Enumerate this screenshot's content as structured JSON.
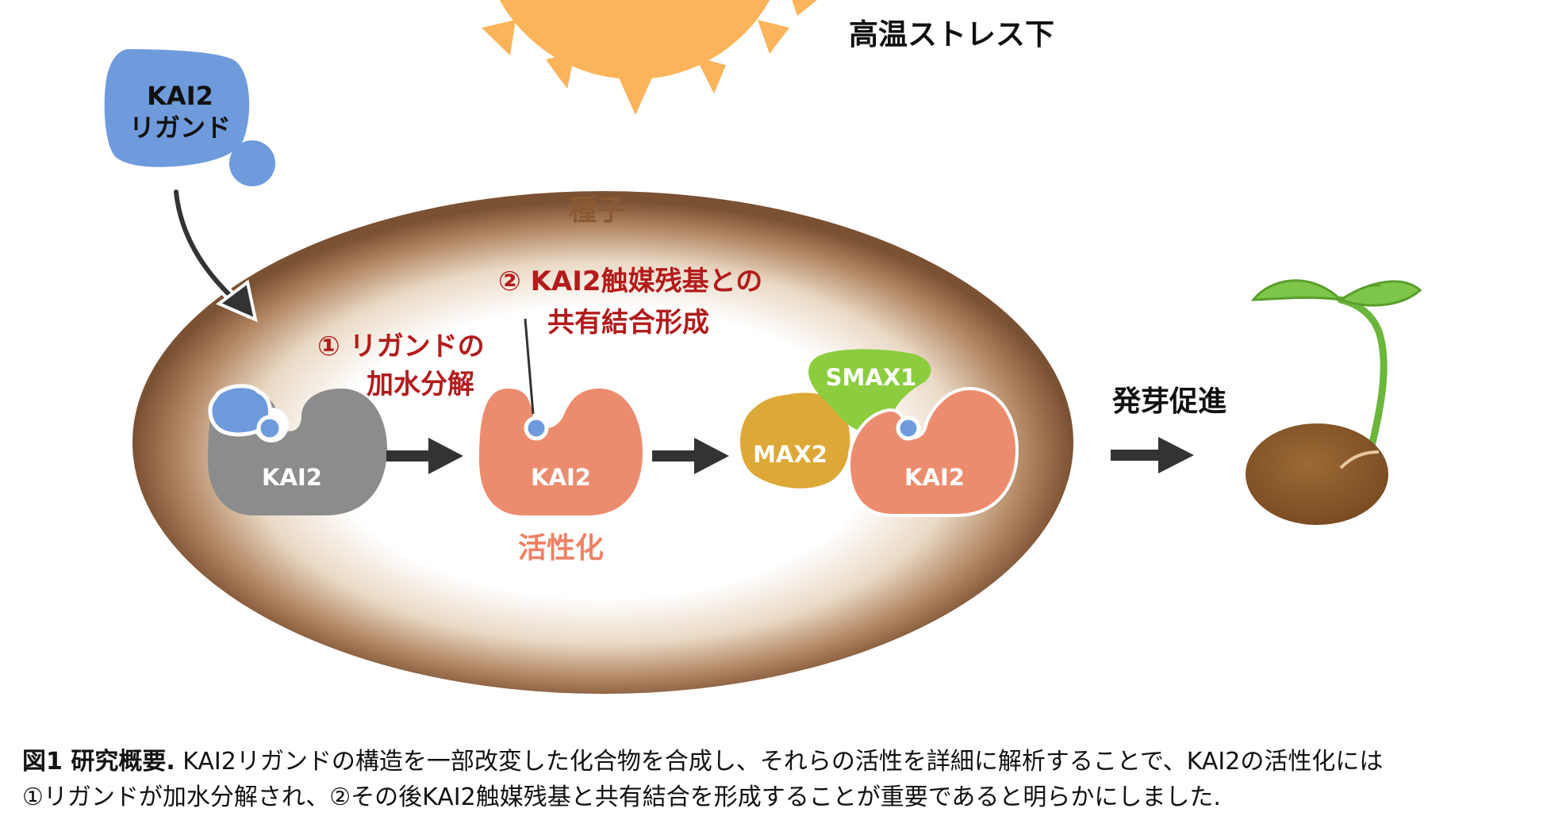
{
  "header": {
    "condition": "高温ストレス下"
  },
  "ligand_cloud": {
    "line1": "KAI2",
    "line2": "リガンド"
  },
  "seed": {
    "label": "種子"
  },
  "steps": {
    "step1": {
      "line1": "① リガンドの",
      "line2": "加水分解"
    },
    "step2": {
      "line1": "② KAI2触媒残基との",
      "line2": "共有結合形成"
    }
  },
  "proteins": {
    "kai2": "KAI2",
    "max2": "MAX2",
    "smax1": "SMAX1"
  },
  "activation": "活性化",
  "germination": "発芽促進",
  "caption": {
    "title": "図1 研究概要.",
    "line1_body": " KAI2リガンドの構造を一部改変した化合物を合成し、それらの活性を詳細に解析することで、KAI2の活性化には",
    "line2": "①リガンドが加水分解され、②その後KAI2触媒残基と共有結合を形成することが重要であると明らかにしました."
  },
  "colors": {
    "sun": "#fbb45a",
    "ligand": "#6f9bdc",
    "kai2_inactive": "#8c8c8c",
    "kai2_active": "#ec8c6f",
    "max2": "#dda836",
    "smax1": "#8ccc3f",
    "seed_rim": "#7b5133",
    "step_text": "#b31b1b",
    "activation_text": "#ee8165",
    "seed_label": "#8a5a34",
    "leaf": "#7dc649",
    "sprout_seed": "#8b5a2b"
  }
}
